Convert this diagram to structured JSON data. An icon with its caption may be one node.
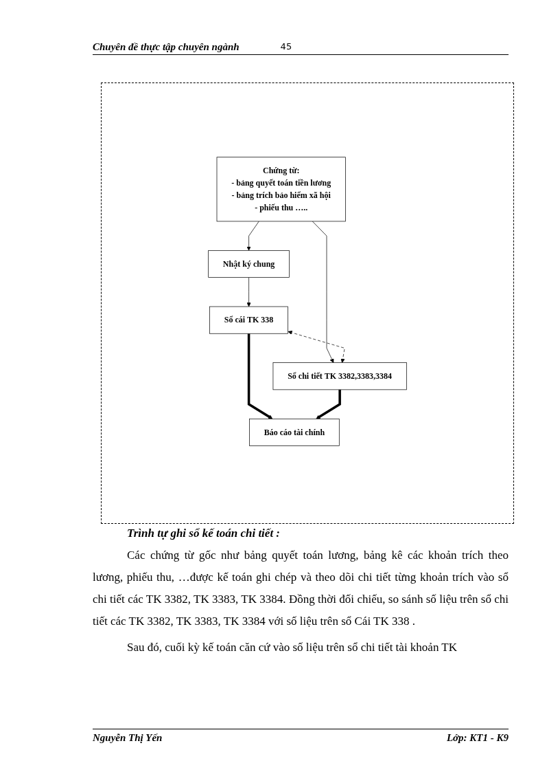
{
  "diagram": {
    "nodes": [
      {
        "text": [
          "Chứng từ:",
          "- bảng quyết toán tiền lương",
          "- bảng trích bảo hiểm xã hội",
          "- phiếu thu ….."
        ]
      },
      {
        "text": [
          "Nhật ký chung"
        ]
      },
      {
        "text": [
          "Sổ cái TK 338"
        ]
      },
      {
        "text": [
          "Sổ chi tiết TK 3382,3383,3384"
        ]
      },
      {
        "text": [
          "Báo cáo tài chính"
        ]
      }
    ],
    "edges": [
      {
        "from": 0,
        "to": 1,
        "arrow": "to"
      },
      {
        "from": 0,
        "to": 3,
        "arrow": "to"
      },
      {
        "from": 1,
        "to": 2,
        "arrow": "to"
      },
      {
        "from": 2,
        "to": 3,
        "arrow": "both",
        "style": "dashed"
      },
      {
        "from": 2,
        "to": 4,
        "arrow": "to",
        "style": "thick"
      },
      {
        "from": 3,
        "to": 4,
        "arrow": "to",
        "style": "thick"
      }
    ],
    "labels": [
      "Chuyên đề thực tập chuyên ngành",
      "45",
      "Trình tự ghi sổ kế toán chi tiết :",
      "Các chứng từ gốc như bảng quyết toán lương, bảng kê các khoản trích theo lương, phiếu thu, …được kế toán ghi chép và theo dõi chi tiết từng khoản trích vào sổ chi tiết các TK 3382, TK 3383, TK 3384. Đồng thời đối chiếu, so sánh số liệu trên sổ chi tiết các TK 3382, TK 3383, TK 3384 với số liệu trên sổ Cái TK 338 .",
      "Sau đó, cuối kỳ kế toán căn cứ vào số liệu trên sổ chi tiết tài khoản TK",
      "Nguyễn Thị Yến",
      "Lớp: KT1 - K9"
    ]
  }
}
